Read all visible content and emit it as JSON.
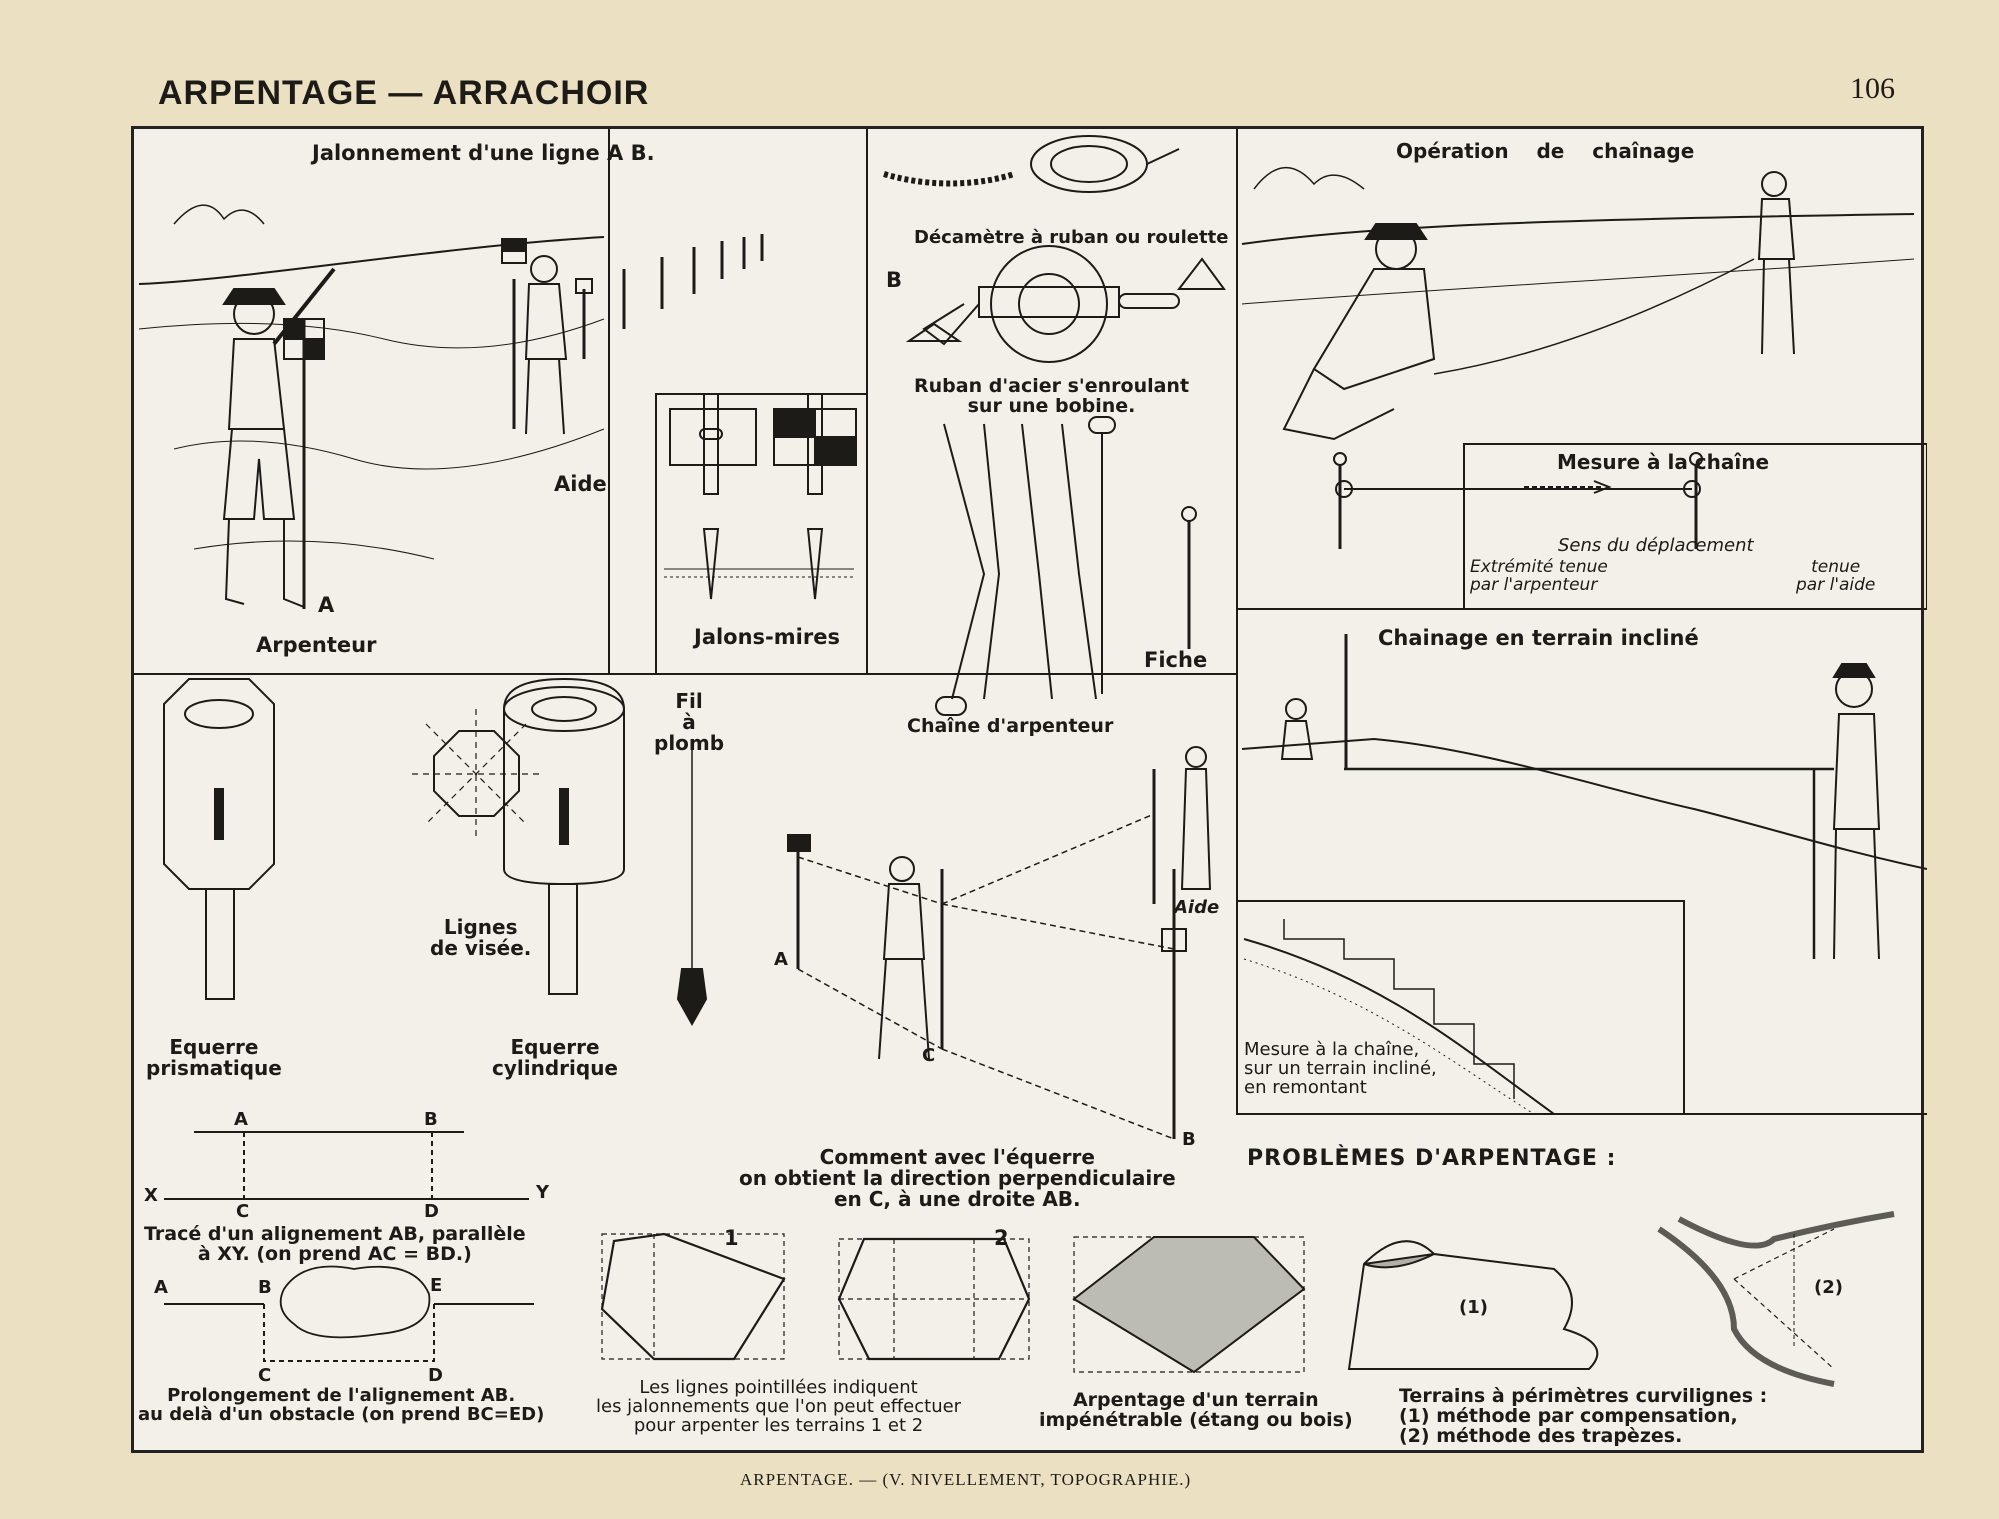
{
  "header": {
    "title": "ARPENTAGE — ARRACHOIR",
    "page_number": "106"
  },
  "footer": {
    "caption": "ARPENTAGE. — (V. NIVELLEMENT, TOPOGRAPHIE.)"
  },
  "panels": {
    "jalonnement": {
      "title": "Jalonnement d'une ligne A B.",
      "point_a": "A",
      "point_b": "B",
      "arpenteur": "Arpenteur",
      "aide": "Aide"
    },
    "jalons": {
      "label": "Jalons-mires"
    },
    "instruments": {
      "decametre": "Décamètre à ruban ou roulette",
      "ruban": "Ruban d'acier s'enroulant\nsur une bobine.",
      "chaine": "Chaîne d'arpenteur",
      "fiche": "Fiche"
    },
    "chainage": {
      "title": "Opération    de    chaînage"
    },
    "mesure_chaine": {
      "title": "Mesure à la chaîne",
      "sens": "Sens du déplacement",
      "extremite_left": "Extrémité tenue\npar l'arpenteur",
      "extremite_right": "tenue\npar l'aide"
    },
    "incline": {
      "title": "Chainage en terrain incliné",
      "caption": "Mesure à la chaîne,\nsur un terrain incliné,\nen remontant"
    },
    "equerres": {
      "prismatique": "Equerre\nprismatique",
      "lignes": "Lignes\nde visée.",
      "cylindrique": "Equerre\ncylindrique",
      "plomb": "Fil\nà\nplomb"
    },
    "perpendiculaire": {
      "caption": "Comment avec l'équerre\non obtient la direction perpendiculaire\nen C, à une droite AB.",
      "a": "A",
      "b": "B",
      "c": "C",
      "aide": "Aide"
    },
    "parallele": {
      "caption": "Tracé d'un alignement AB, parallèle\nà XY. (on prend AC = BD.)",
      "a": "A",
      "b": "B",
      "c": "C",
      "d": "D",
      "x": "X",
      "y": "Y"
    },
    "obstacle": {
      "caption": "Prolongement de l'alignement AB.\nau delà d'un obstacle (on prend BC=ED)",
      "a": "A",
      "b": "B",
      "c": "C",
      "d": "D",
      "e": "E"
    },
    "problemes": {
      "title": "PROBLÈMES D'ARPENTAGE :",
      "fig1": "1",
      "fig2": "2",
      "pointilles": "Les lignes pointillées indiquent\nles jalonnements que l'on peut effectuer\npour arpenter les terrains 1 et 2",
      "impenetrable": "Arpentage d'un terrain\nimpénétrable (étang ou bois)",
      "curv_1": "(1)",
      "curv_2": "(2)",
      "curvilignes": "Terrains à périmètres curvilignes :\n(1) méthode par compensation,\n(2) méthode des trapèzes."
    }
  },
  "colors": {
    "paper": "#ece0c2",
    "plate": "#f2f0e8",
    "ink": "#1d1b18"
  }
}
